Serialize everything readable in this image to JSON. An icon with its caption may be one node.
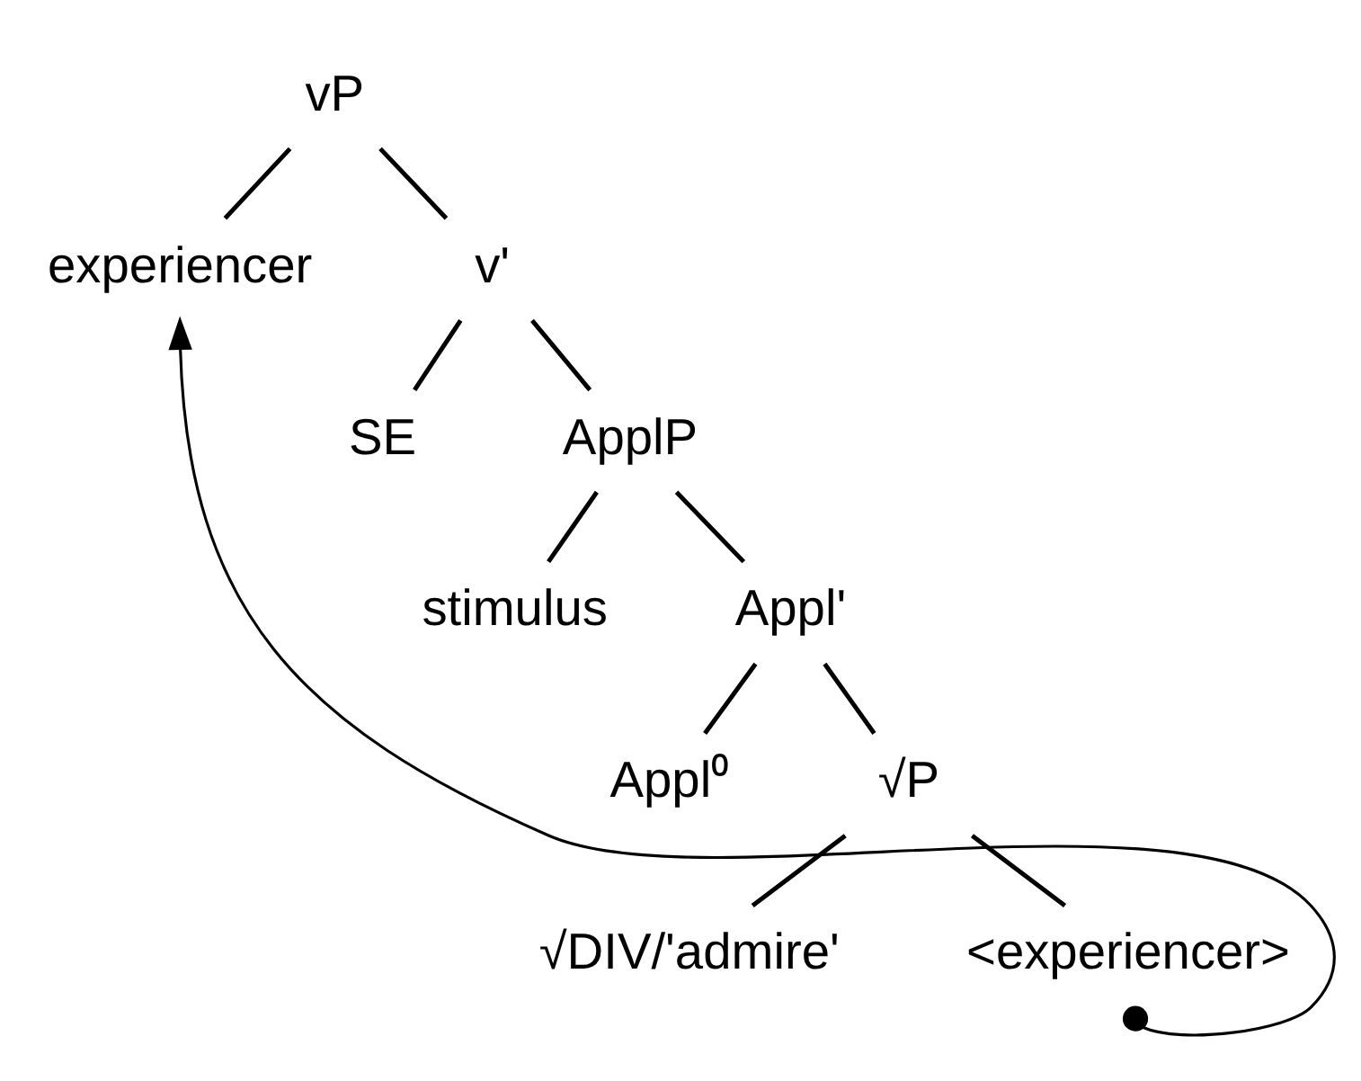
{
  "diagram": {
    "nodes": [
      {
        "text": [
          "vP"
        ]
      },
      {
        "text": [
          "experiencer"
        ]
      },
      {
        "text": [
          "v'"
        ]
      },
      {
        "text": [
          "SE"
        ]
      },
      {
        "text": [
          "ApplP"
        ]
      },
      {
        "text": [
          "stimulus"
        ]
      },
      {
        "text": [
          "Appl'"
        ]
      },
      {
        "text": [
          "Appl⁰"
        ]
      },
      {
        "text": [
          "√P"
        ]
      },
      {
        "text": [
          "√DIV/'admire'"
        ]
      },
      {
        "text": [
          "<experiencer>"
        ]
      }
    ],
    "edges": [
      {
        "from": 0,
        "to": 1,
        "arrow": "none"
      },
      {
        "from": 0,
        "to": 2,
        "arrow": "none"
      },
      {
        "from": 2,
        "to": 3,
        "arrow": "none"
      },
      {
        "from": 2,
        "to": 4,
        "arrow": "none"
      },
      {
        "from": 4,
        "to": 5,
        "arrow": "none"
      },
      {
        "from": 4,
        "to": 6,
        "arrow": "none"
      },
      {
        "from": 6,
        "to": 7,
        "arrow": "none"
      },
      {
        "from": 6,
        "to": 8,
        "arrow": "none"
      },
      {
        "from": 8,
        "to": 9,
        "arrow": "none"
      },
      {
        "from": 8,
        "to": 10,
        "arrow": "none"
      },
      {
        "from": 10,
        "to": 1,
        "arrow": "to"
      }
    ]
  }
}
